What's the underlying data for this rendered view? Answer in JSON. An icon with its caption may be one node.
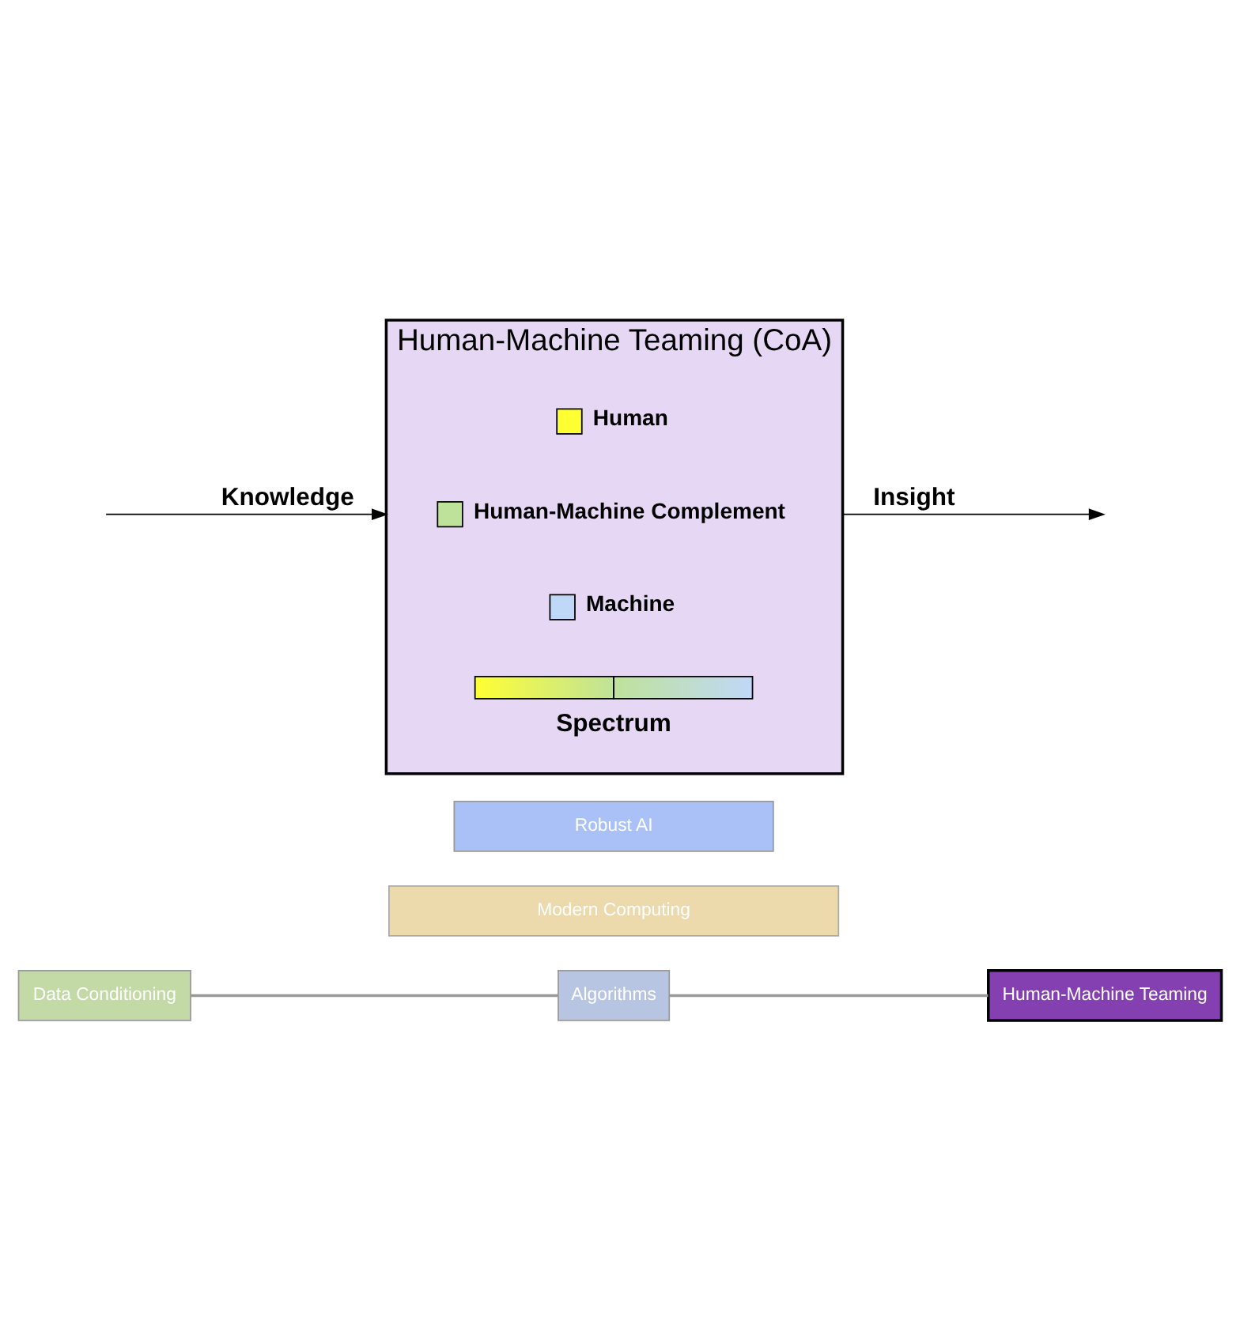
{
  "diagram": {
    "nodes": [
      {
        "text": [
          "Data Conditioning"
        ]
      },
      {
        "text": [
          "Algorithms"
        ]
      },
      {
        "text": [
          "Human-Machine Teaming"
        ]
      },
      {
        "text": [
          "Modern Computing"
        ]
      },
      {
        "text": [
          "Robust AI"
        ]
      },
      {
        "text": [
          "Human-Machine Teaming (CoA)"
        ]
      }
    ],
    "edges": [
      {
        "from": 0,
        "to": 1,
        "arrow": "none"
      },
      {
        "from": 1,
        "to": 2,
        "arrow": "none"
      },
      {
        "from": null,
        "to": 5,
        "arrow": "to",
        "label": "Knowledge",
        "color": "#000000"
      },
      {
        "from": 5,
        "to": null,
        "arrow": "to",
        "label": "Insight",
        "color": "#000000"
      }
    ],
    "labels": [
      "Spectrum"
    ],
    "legend": [
      {
        "text": "Human",
        "color": "#ffff33"
      },
      {
        "text": "Human-Machine Complement",
        "color": "#bfe29a"
      },
      {
        "text": "Machine",
        "color": "#c0d8f8"
      }
    ]
  }
}
